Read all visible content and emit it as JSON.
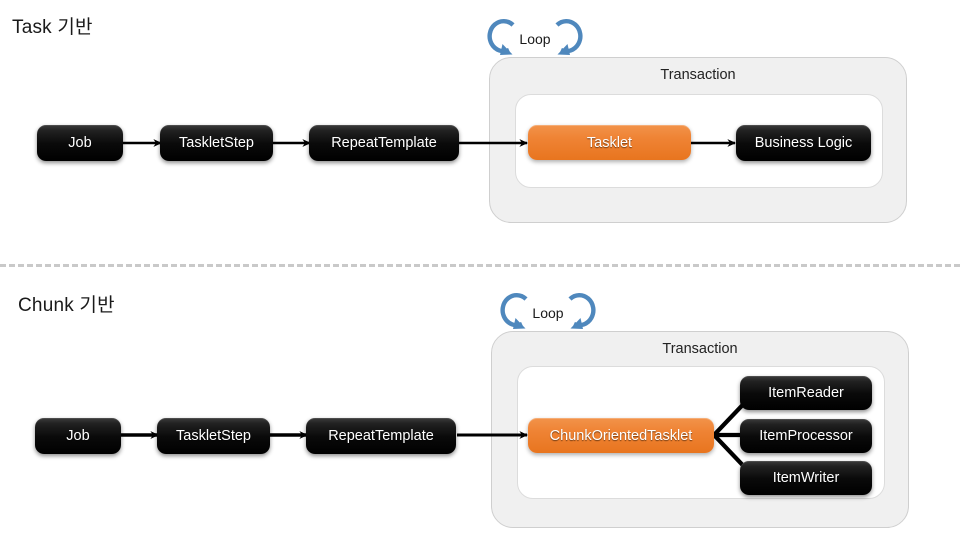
{
  "meta": {
    "accent_orange": "#ef8334",
    "node_dark": "#111111",
    "loop_arrow_blue": "#4f88bd",
    "container_fill": "#f0f0f0",
    "divider_color": "#c9c9c9"
  },
  "sections": [
    {
      "id": "task-based",
      "title": "Task 기반",
      "loop": {
        "label": "Loop",
        "icon_left": "loop-arrow-left-icon",
        "icon_right": "loop-arrow-right-icon"
      },
      "container": {
        "label": "Transaction"
      },
      "nodes": [
        {
          "id": "job",
          "label": "Job",
          "style": "dark"
        },
        {
          "id": "tasklet-step",
          "label": "TaskletStep",
          "style": "dark"
        },
        {
          "id": "repeat-template",
          "label": "RepeatTemplate",
          "style": "dark"
        },
        {
          "id": "tasklet",
          "label": "Tasklet",
          "style": "orange"
        },
        {
          "id": "business-logic",
          "label": "Business Logic",
          "style": "dark"
        }
      ]
    },
    {
      "id": "chunk-based",
      "title": "Chunk 기반",
      "loop": {
        "label": "Loop",
        "icon_left": "loop-arrow-left-icon",
        "icon_right": "loop-arrow-right-icon"
      },
      "container": {
        "label": "Transaction"
      },
      "nodes": [
        {
          "id": "job",
          "label": "Job",
          "style": "dark"
        },
        {
          "id": "tasklet-step",
          "label": "TaskletStep",
          "style": "dark"
        },
        {
          "id": "repeat-template",
          "label": "RepeatTemplate",
          "style": "dark"
        },
        {
          "id": "chunk-oriented-tasklet",
          "label": "ChunkOrientedTasklet",
          "style": "orange"
        },
        {
          "id": "item-reader",
          "label": "ItemReader",
          "style": "dark"
        },
        {
          "id": "item-processor",
          "label": "ItemProcessor",
          "style": "dark"
        },
        {
          "id": "item-writer",
          "label": "ItemWriter",
          "style": "dark"
        }
      ]
    }
  ]
}
